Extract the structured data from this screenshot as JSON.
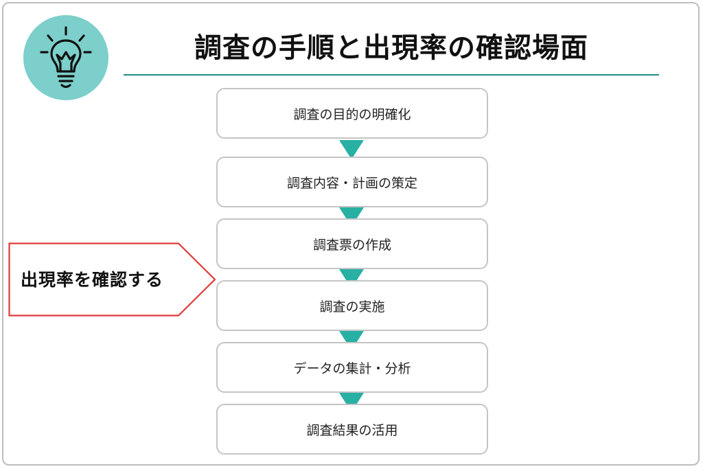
{
  "title": "調査の手順と出現率の確認場面",
  "icon": "lightbulb-icon",
  "colors": {
    "accent": "#28b0a4",
    "icon_bg": "#7ccfca",
    "callout_border": "#e03a3a"
  },
  "callout": {
    "label": "出現率を確認する"
  },
  "steps": [
    {
      "label": "調査の目的の明確化"
    },
    {
      "label": "調査内容・計画の策定"
    },
    {
      "label": "調査票の作成"
    },
    {
      "label": "調査の実施"
    },
    {
      "label": "データの集計・分析"
    },
    {
      "label": "調査結果の活用"
    }
  ]
}
